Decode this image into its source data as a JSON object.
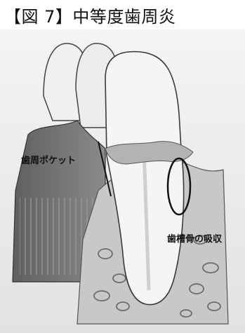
{
  "figure": {
    "title": "【図 7】中等度歯周炎",
    "labels": {
      "periodontal_pocket": "歯周ポケット",
      "alveolar_bone_resorption": "歯槽骨の吸収"
    }
  },
  "colors": {
    "ink": "#111111",
    "tooth": "#f2f2f2",
    "gum": "#7a7a7a",
    "bone": "#b9b9b9",
    "background_wash": "#e6e6e6"
  }
}
